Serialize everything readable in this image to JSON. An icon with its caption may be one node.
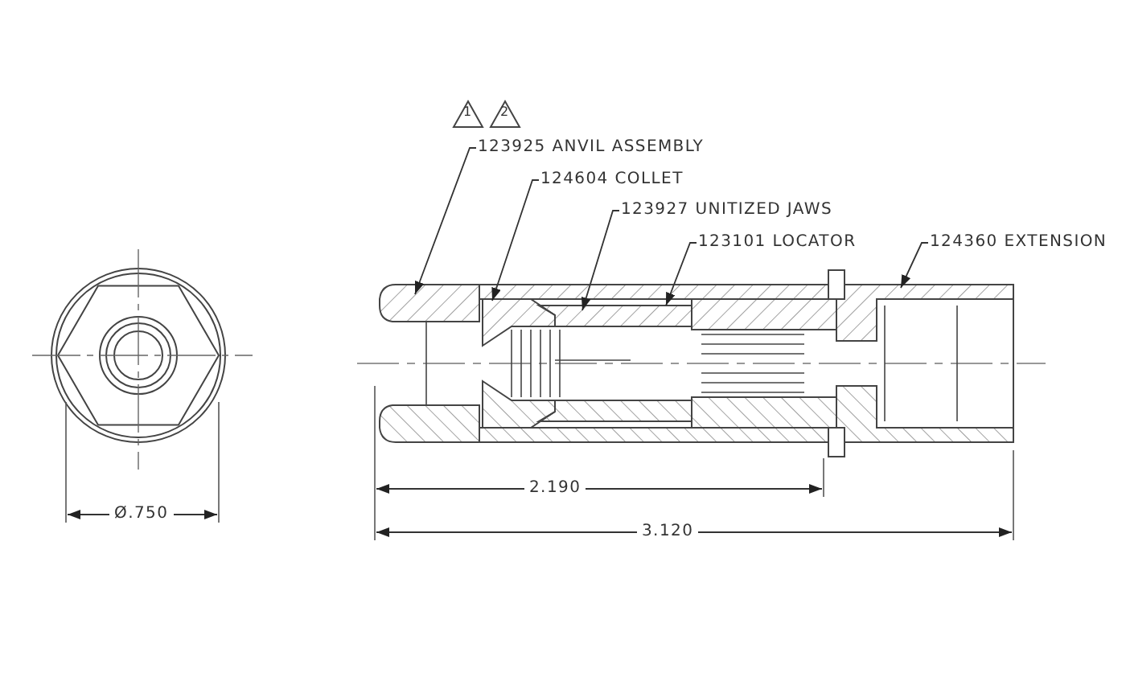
{
  "diagram": {
    "nodes": [
      {
        "text": [
          "123925 ANVIL ASSEMBLY"
        ]
      },
      {
        "text": [
          "124604 COLLET"
        ]
      },
      {
        "text": [
          "123927 UNITIZED JAWS"
        ]
      },
      {
        "text": [
          "123101 LOCATOR"
        ]
      },
      {
        "text": [
          "124360 EXTENSION"
        ]
      }
    ],
    "edges": [
      {
        "from": 0,
        "to": null,
        "arrow": "to"
      },
      {
        "from": 1,
        "to": null,
        "arrow": "to"
      },
      {
        "from": 2,
        "to": null,
        "arrow": "to"
      },
      {
        "from": 3,
        "to": null,
        "arrow": "to"
      },
      {
        "from": 4,
        "to": null,
        "arrow": "to"
      }
    ],
    "labels": [
      "1",
      "2",
      "Ø.750",
      "2.190",
      "3.120"
    ]
  }
}
